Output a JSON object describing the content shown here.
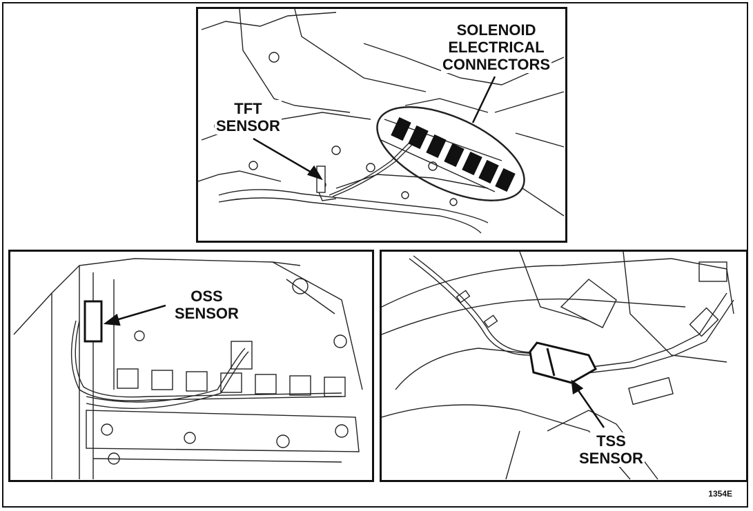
{
  "figure_number": "1354E",
  "top_panel": {
    "label_solenoid": [
      "SOLENOID",
      "ELECTRICAL",
      "CONNECTORS"
    ],
    "label_tft": [
      "TFT",
      "SENSOR"
    ]
  },
  "left_panel": {
    "label_oss": [
      "OSS",
      "SENSOR"
    ]
  },
  "right_panel": {
    "label_tss": [
      "TSS",
      "SENSOR"
    ]
  }
}
